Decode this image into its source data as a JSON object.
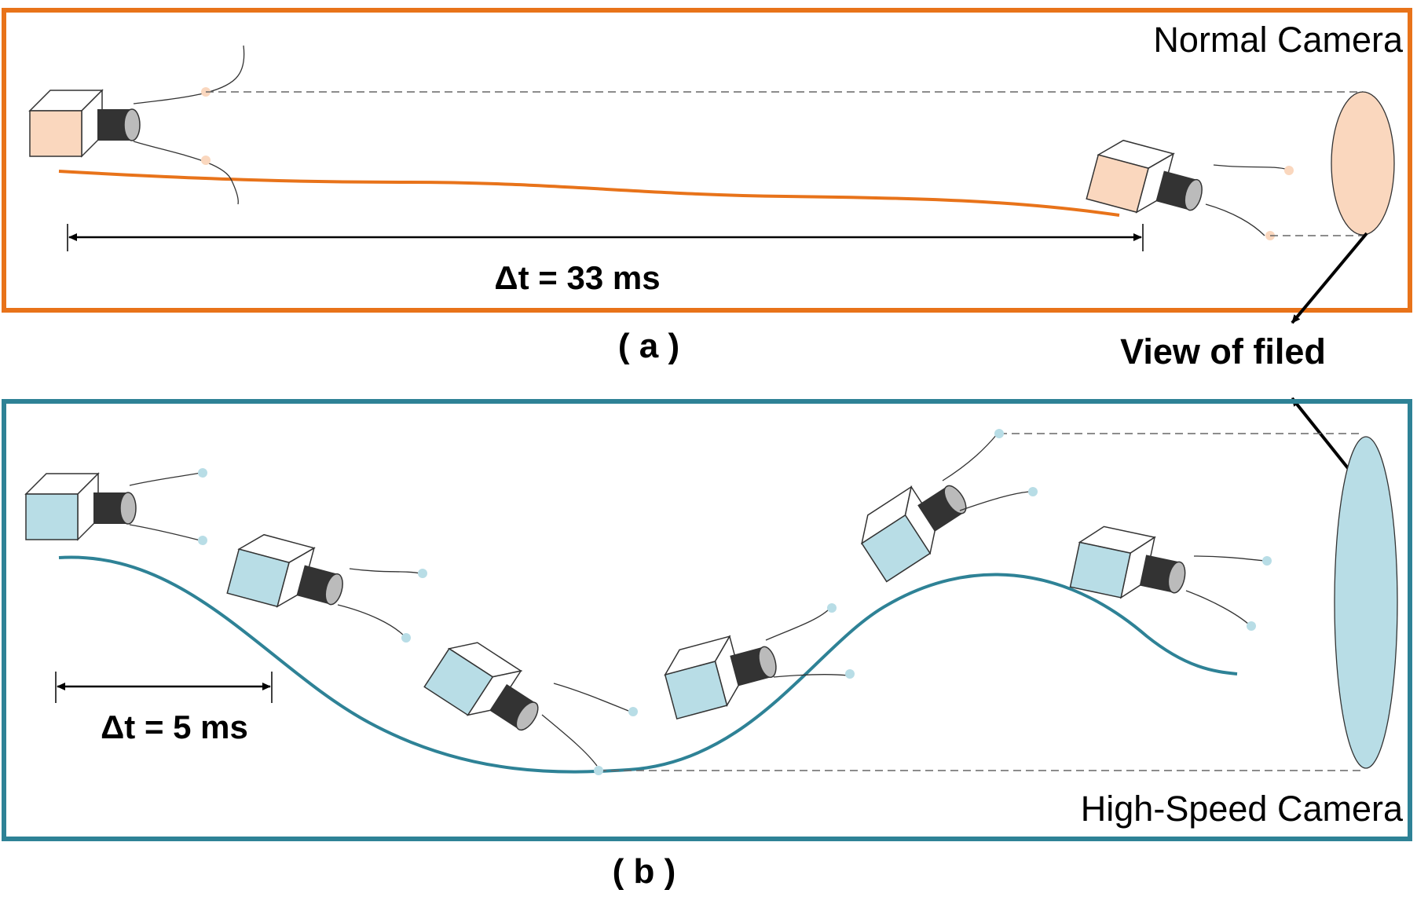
{
  "panel_a": {
    "title": "Normal Camera",
    "interval_label": "Δt = 33 ms",
    "caption": "( a )",
    "accent_color": "#E8731A",
    "camera_fill": "#FAD7BE"
  },
  "panel_b": {
    "title": "High-Speed Camera",
    "interval_label": "Δt = 5 ms",
    "caption": "( b )",
    "accent_color": "#2E8296",
    "camera_fill": "#B8DDE6"
  },
  "shared": {
    "fov_label": "View of filed",
    "lens_color": "#333333",
    "lens_cap_color": "#BBBBBB"
  }
}
